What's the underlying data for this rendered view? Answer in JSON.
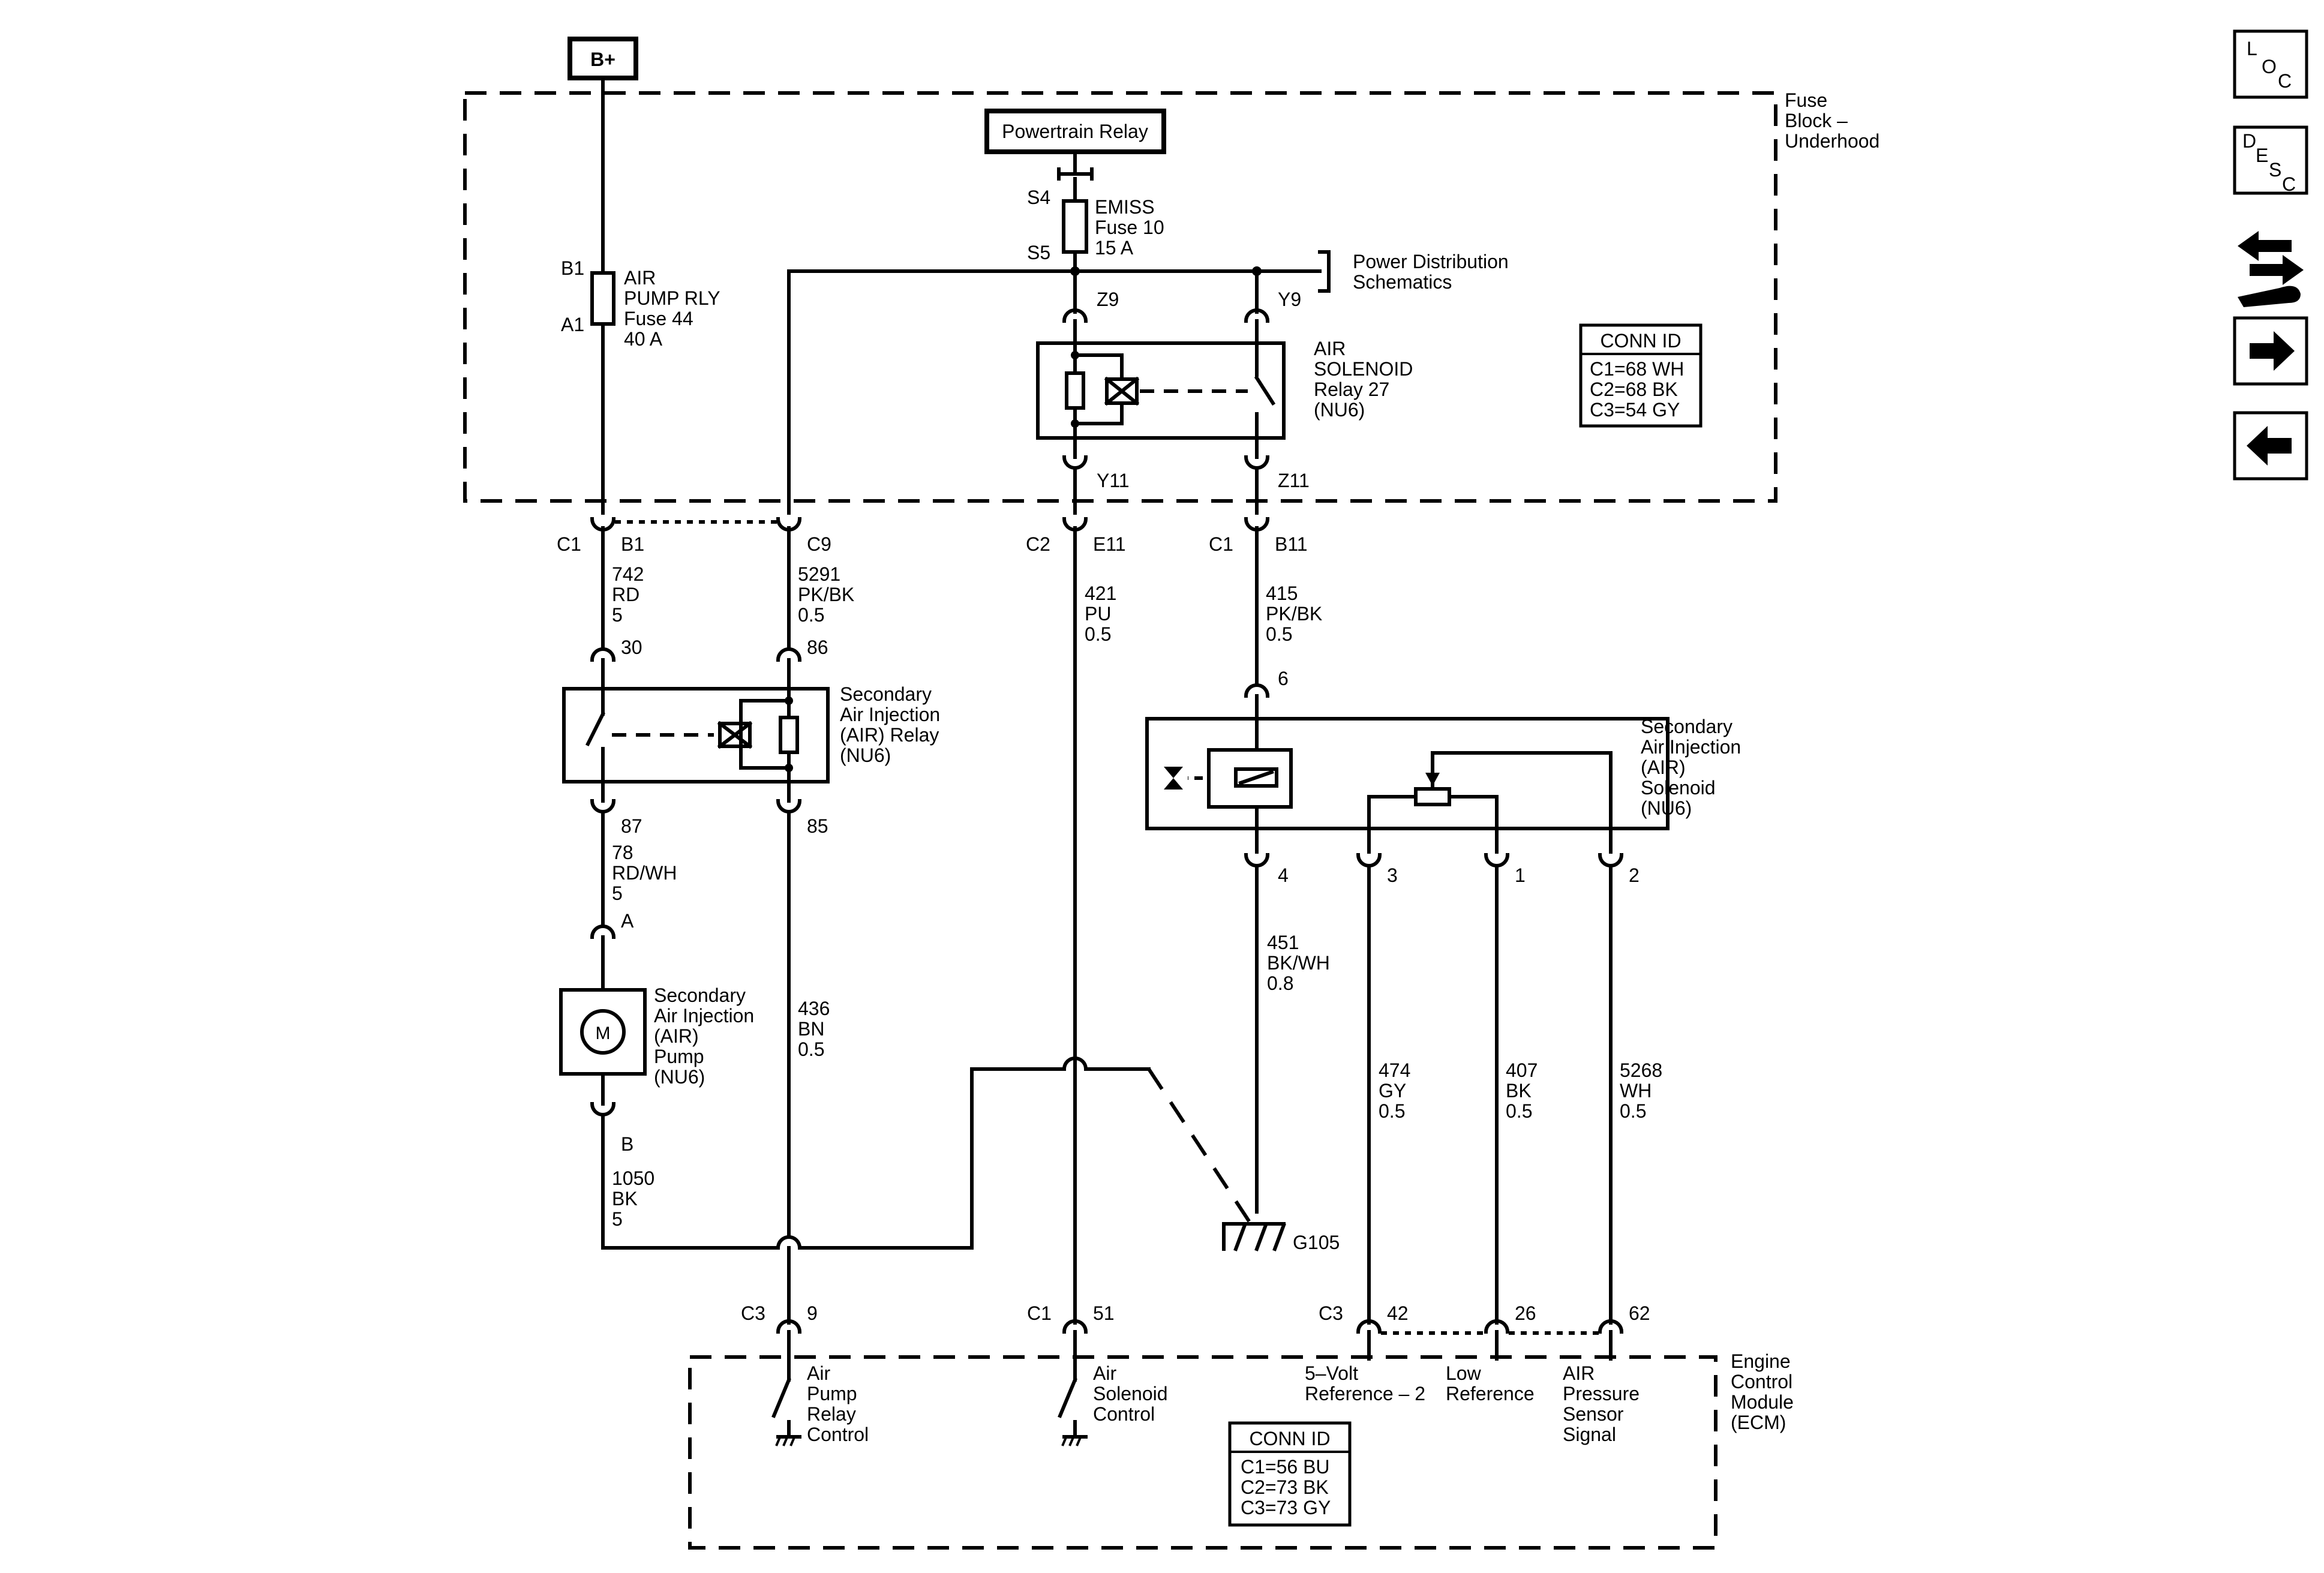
{
  "sources": {
    "bplus": "B+",
    "powertrain_relay": "Powertrain Relay"
  },
  "fuse_block": {
    "line1": "Fuse",
    "line2": "Block –",
    "line3": "Underhood"
  },
  "fuses": {
    "air_pump": {
      "top_pin": "B1",
      "bottom_pin": "A1",
      "line1": "AIR",
      "line2": "PUMP RLY",
      "line3": "Fuse 44",
      "line4": "40 A"
    },
    "emiss": {
      "top_pin": "S4",
      "bottom_pin": "S5",
      "line1": "EMISS",
      "line2": "Fuse 10",
      "line3": "15 A"
    }
  },
  "power_dist": {
    "line1": "Power Distribution",
    "line2": "Schematics"
  },
  "air_solenoid_relay": {
    "pin_z9": "Z9",
    "pin_y9": "Y9",
    "pin_y11": "Y11",
    "pin_z11": "Z11",
    "line1": "AIR",
    "line2": "SOLENOID",
    "line3": "Relay 27",
    "line4": "(NU6)"
  },
  "conn_id_fuse": {
    "title": "CONN ID",
    "c1": "C1=68 WH",
    "c2": "C2=68 BK",
    "c3": "C3=54 GY"
  },
  "fuse_connectors": {
    "c1_left": "C1",
    "b1": "B1",
    "c9": "C9",
    "c2": "C2",
    "e11": "E11",
    "c1_right": "C1",
    "b11": "B11"
  },
  "wires": {
    "w742": {
      "num": "742",
      "color": "RD",
      "size": "5"
    },
    "w5291": {
      "num": "5291",
      "color": "PK/BK",
      "size": "0.5"
    },
    "w421": {
      "num": "421",
      "color": "PU",
      "size": "0.5"
    },
    "w415": {
      "num": "415",
      "color": "PK/BK",
      "size": "0.5"
    },
    "w78": {
      "num": "78",
      "color": "RD/WH",
      "size": "5"
    },
    "w436": {
      "num": "436",
      "color": "BN",
      "size": "0.5"
    },
    "w1050": {
      "num": "1050",
      "color": "BK",
      "size": "5"
    },
    "w451": {
      "num": "451",
      "color": "BK/WH",
      "size": "0.8"
    },
    "w474": {
      "num": "474",
      "color": "GY",
      "size": "0.5"
    },
    "w407": {
      "num": "407",
      "color": "BK",
      "size": "0.5"
    },
    "w5268": {
      "num": "5268",
      "color": "WH",
      "size": "0.5"
    }
  },
  "air_relay": {
    "pin30": "30",
    "pin86": "86",
    "pin87": "87",
    "pin85": "85",
    "line1": "Secondary",
    "line2": "Air Injection",
    "line3": "(AIR) Relay",
    "line4": "(NU6)"
  },
  "air_pump": {
    "pinA": "A",
    "pinB": "B",
    "motor": "M",
    "line1": "Secondary",
    "line2": "Air Injection",
    "line3": "(AIR)",
    "line4": "Pump",
    "line5": "(NU6)"
  },
  "air_solenoid": {
    "pin6": "6",
    "pin4": "4",
    "pin3": "3",
    "pin1": "1",
    "pin2": "2",
    "line1": "Secondary",
    "line2": "Air Injection",
    "line3": "(AIR)",
    "line4": "Solenoid",
    "line5": "(NU6)"
  },
  "ground": {
    "label": "G105"
  },
  "ecm_connectors": {
    "c3_left": "C3",
    "p9": "9",
    "c1": "C1",
    "p51": "51",
    "c3_right": "C3",
    "p42": "42",
    "p26": "26",
    "p62": "62"
  },
  "ecm": {
    "line1": "Engine",
    "line2": "Control",
    "line3": "Module",
    "line4": "(ECM)",
    "sig_pump": {
      "line1": "Air",
      "line2": "Pump",
      "line3": "Relay",
      "line4": "Control"
    },
    "sig_solenoid": {
      "line1": "Air",
      "line2": "Solenoid",
      "line3": "Control"
    },
    "sig_5v": {
      "line1": "5–Volt",
      "line2": "Reference – 2"
    },
    "sig_low": {
      "line1": "Low",
      "line2": "Reference"
    },
    "sig_pressure": {
      "line1": "AIR",
      "line2": "Pressure",
      "line3": "Sensor",
      "line4": "Signal"
    }
  },
  "conn_id_ecm": {
    "title": "CONN ID",
    "c1": "C1=56 BU",
    "c2": "C2=73 BK",
    "c3": "C3=73 GY"
  },
  "nav": {
    "loc": {
      "l1": "L",
      "l2": "O",
      "l3": "C"
    },
    "desc": {
      "l1": "D",
      "l2": "E",
      "l3": "S",
      "l4": "C"
    }
  }
}
